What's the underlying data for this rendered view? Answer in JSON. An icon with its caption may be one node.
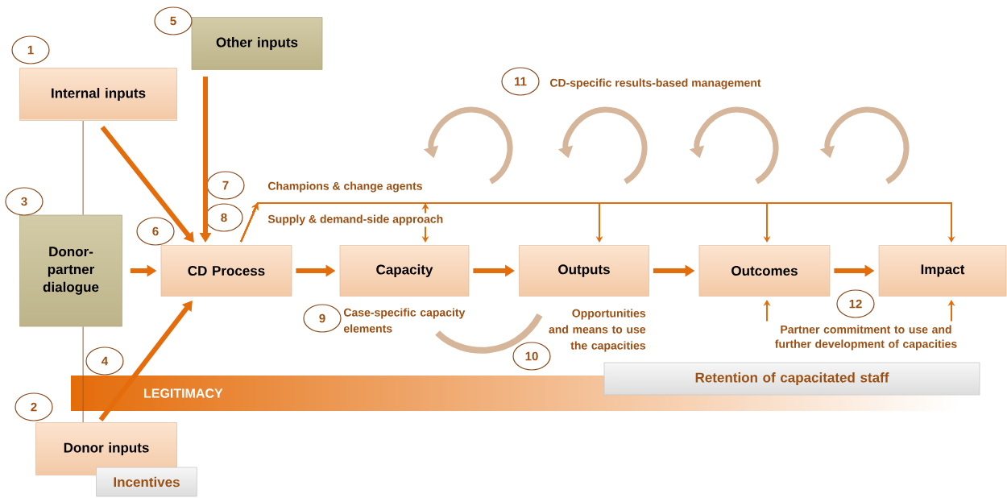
{
  "diagram": {
    "nodes": [
      {
        "text": [
          "Internal inputs"
        ]
      },
      {
        "text": [
          "Other inputs"
        ]
      },
      {
        "text": [
          "Donor-partner dialogue"
        ]
      },
      {
        "text": [
          "CD Process"
        ]
      },
      {
        "text": [
          "Capacity"
        ]
      },
      {
        "text": [
          "Outputs"
        ]
      },
      {
        "text": [
          "Outcomes"
        ]
      },
      {
        "text": [
          "Impact"
        ]
      },
      {
        "text": [
          "Donor inputs"
        ]
      },
      {
        "text": [
          "Incentives"
        ]
      },
      {
        "text": [
          "LEGITIMACY"
        ]
      },
      {
        "text": [
          "Retention of capacitated staff"
        ]
      },
      {
        "text": [
          "Partner commitment to use and further development of capacities"
        ]
      },
      {
        "text": [
          "1"
        ]
      },
      {
        "text": [
          "2"
        ]
      },
      {
        "text": [
          "3"
        ]
      },
      {
        "text": [
          "4"
        ]
      },
      {
        "text": [
          "5"
        ]
      },
      {
        "text": [
          "6"
        ]
      },
      {
        "text": [
          "7"
        ]
      },
      {
        "text": [
          "8"
        ]
      },
      {
        "text": [
          "9"
        ]
      },
      {
        "text": [
          "10"
        ]
      },
      {
        "text": [
          "11"
        ]
      },
      {
        "text": [
          "12"
        ]
      }
    ],
    "edges": [
      {
        "from": 0,
        "to": 3,
        "arrow": "to",
        "style": "thick"
      },
      {
        "from": 1,
        "to": 3,
        "arrow": "to",
        "style": "thick"
      },
      {
        "from": 2,
        "to": 3,
        "arrow": "to",
        "style": "thick"
      },
      {
        "from": 8,
        "to": 3,
        "arrow": "to",
        "style": "thick"
      },
      {
        "from": 3,
        "to": 4,
        "arrow": "to",
        "style": "thick"
      },
      {
        "from": 4,
        "to": 5,
        "arrow": "to",
        "style": "thick"
      },
      {
        "from": 5,
        "to": 6,
        "arrow": "to",
        "style": "thick"
      },
      {
        "from": 6,
        "to": 7,
        "arrow": "to",
        "style": "thick"
      },
      {
        "from": 3,
        "to": 4,
        "arrow": "to"
      },
      {
        "from": 3,
        "to": 5,
        "arrow": "to"
      },
      {
        "from": 3,
        "to": 6,
        "arrow": "to"
      },
      {
        "from": 3,
        "to": 7,
        "arrow": "to"
      },
      {
        "from": 0,
        "to": 2,
        "arrow": "none",
        "color": "#9c5a2c"
      },
      {
        "from": 2,
        "to": 8,
        "arrow": "none",
        "color": "#9c5a2c"
      },
      {
        "from": 12,
        "to": 6,
        "arrow": "to"
      },
      {
        "from": 12,
        "to": 7,
        "arrow": "to"
      }
    ],
    "labels": [
      "CD-specific results-based management",
      "Champions & change agents",
      "Supply & demand-side approach",
      "Case-specific capacity elements",
      "Opportunities and means to use the capacities"
    ]
  }
}
